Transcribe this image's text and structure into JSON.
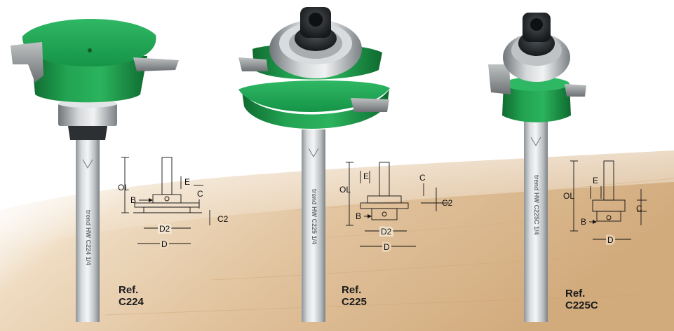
{
  "cutters": [
    {
      "ref_label": "Ref.",
      "ref_code": "C224",
      "shank_marking": "trend HW C224 1/4",
      "diagram_labels": {
        "ol": "OL",
        "b": "B",
        "e": "E",
        "c": "C",
        "c2": "C2",
        "d2": "D2",
        "d": "D"
      }
    },
    {
      "ref_label": "Ref.",
      "ref_code": "C225",
      "shank_marking": "trend HW C225 1/4",
      "diagram_labels": {
        "ol": "OL",
        "b": "B",
        "e": "E",
        "c": "C",
        "c2": "C2",
        "d2": "D2",
        "d": "D"
      }
    },
    {
      "ref_label": "Ref.",
      "ref_code": "C225C",
      "shank_marking": "trend HW C225C 1/4",
      "diagram_labels": {
        "ol": "OL",
        "b": "B",
        "e": "E",
        "c": "C",
        "d": "D"
      }
    }
  ],
  "colors": {
    "cutter_body_green": "#1f9a4a",
    "steel": "#c9ccce",
    "wood_background": "#e2c8a3"
  },
  "icons": [
    "router-cutter-image",
    "bearing-image",
    "dimension-diagram"
  ]
}
